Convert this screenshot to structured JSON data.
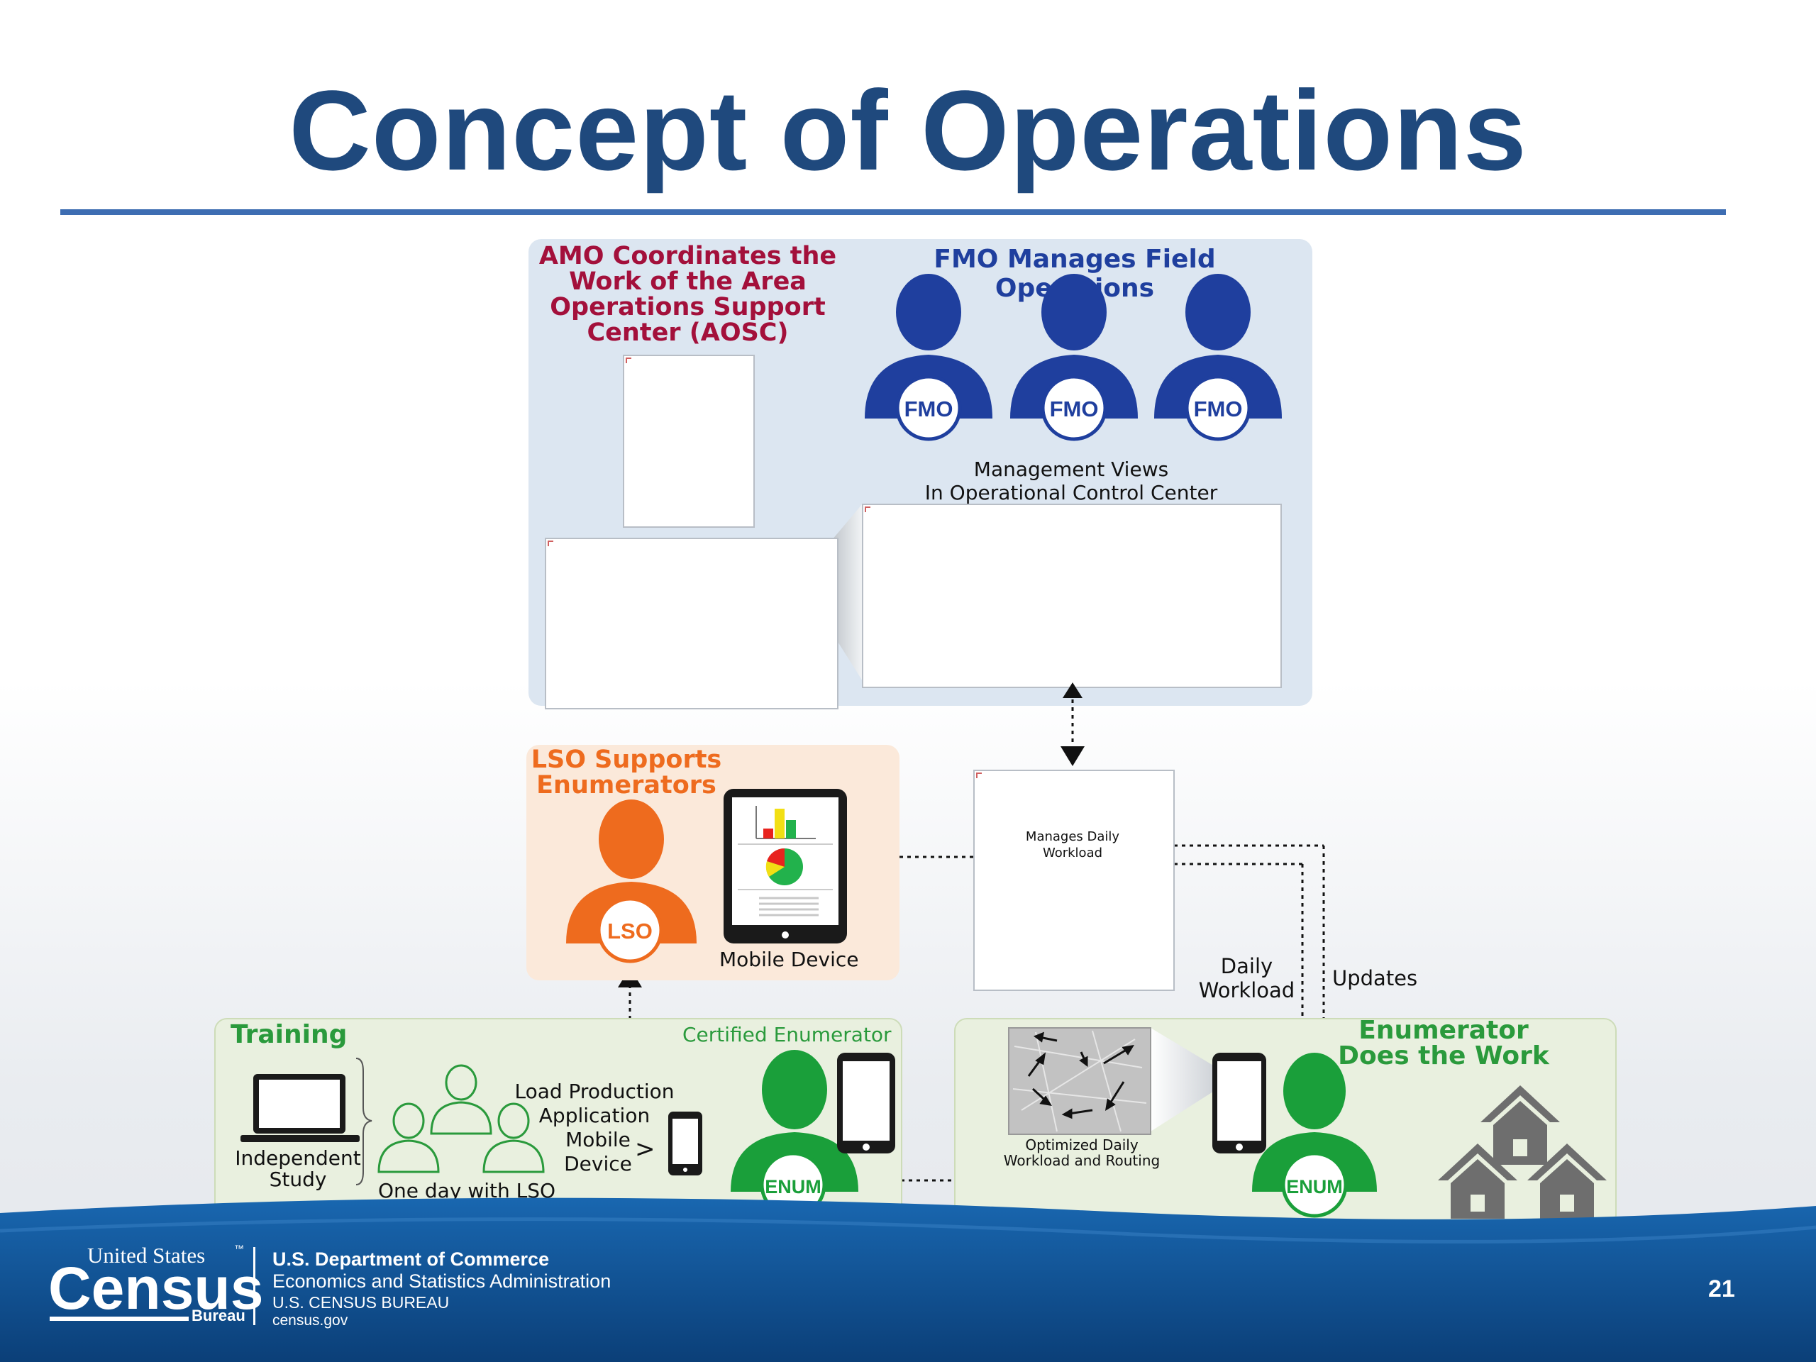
{
  "slide": {
    "title": "Concept of Operations",
    "page_number": "21"
  },
  "colors": {
    "title": "#1f497d",
    "fmo_blue": "#1f3f9e",
    "amo_red": "#a3103b",
    "lso_orange": "#ee6b1e",
    "enum_green": "#1a9f3a",
    "training_green": "#2a9a3c",
    "footer_blue": "#0d4a86"
  },
  "amo": {
    "heading_line1": "AMO Coordinates the",
    "heading_line2": "Work of the Area",
    "heading_line3": "Operations Support",
    "heading_line4": "Center (AOSC)"
  },
  "fmo": {
    "heading": "FMO Manages Field Operations",
    "badges": [
      "FMO",
      "FMO",
      "FMO"
    ],
    "management_line1": "Management Views",
    "management_line2": "In Operational Control Center"
  },
  "lso": {
    "heading_line1": "LSO Supports",
    "heading_line2": "Enumerators",
    "badge": "LSO",
    "mobile_device_label": "Mobile Device"
  },
  "workload": {
    "box_line1": "Manages Daily",
    "box_line2": "Workload",
    "daily_line1": "Daily",
    "daily_line2": "Workload",
    "updates": "Updates"
  },
  "training": {
    "heading": "Training",
    "certified": "Certified Enumerator",
    "independent_line1": "Independent",
    "independent_line2": "Study",
    "one_day": "One day with LSO",
    "load_line1": "Load Production",
    "load_line2": "Application",
    "load_line3": "Mobile",
    "load_line4": "Device",
    "gt": ">",
    "badge": "ENUM"
  },
  "enumerator": {
    "heading_line1": "Enumerator",
    "heading_line2": "Does the Work",
    "map_line1": "Optimized Daily",
    "map_line2": "Workload and Routing",
    "badge": "ENUM"
  },
  "footer": {
    "logo_line1": "United States",
    "logo_tm": "™",
    "logo_line2": "Census",
    "logo_line3": "Bureau",
    "dept": "U.S. Department of Commerce",
    "esa": "Economics and Statistics Administration",
    "bureau": "U.S. CENSUS BUREAU",
    "site": "census.gov"
  }
}
